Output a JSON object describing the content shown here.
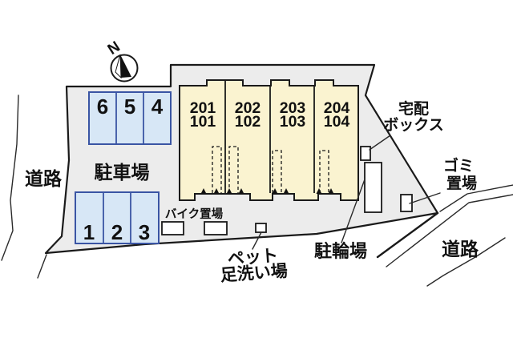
{
  "compass": {
    "north_label": "N"
  },
  "roads": {
    "left_label": "道路",
    "southeast_label": "道路"
  },
  "parking": {
    "area_label": "駐車場",
    "upper_row_spaces": [
      "6",
      "5",
      "4"
    ],
    "lower_row_spaces": [
      "1",
      "2",
      "3"
    ]
  },
  "building": {
    "unit_labels": [
      {
        "line1": "201",
        "line2": "101"
      },
      {
        "line1": "202",
        "line2": "102"
      },
      {
        "line1": "203",
        "line2": "103"
      },
      {
        "line1": "204",
        "line2": "104"
      }
    ]
  },
  "facilities": {
    "delivery_box": {
      "line1": "宅配",
      "line2": "ボックス"
    },
    "garbage_area": {
      "line1": "ゴミ",
      "line2": "置場"
    },
    "bike_parking_label": "バイク置場",
    "bicycle_parking_label": "駐輪場",
    "pet_wash": {
      "line1": "ペット",
      "line2": "足洗い場"
    }
  },
  "colors": {
    "background": "#ffffff",
    "site_fill": "#ececec",
    "building_fill": "#faf3d0",
    "parking_fill": "#d7e7f6",
    "parking_border": "#3a55a4",
    "outline": "#1a1a1a",
    "text": "#111111"
  }
}
